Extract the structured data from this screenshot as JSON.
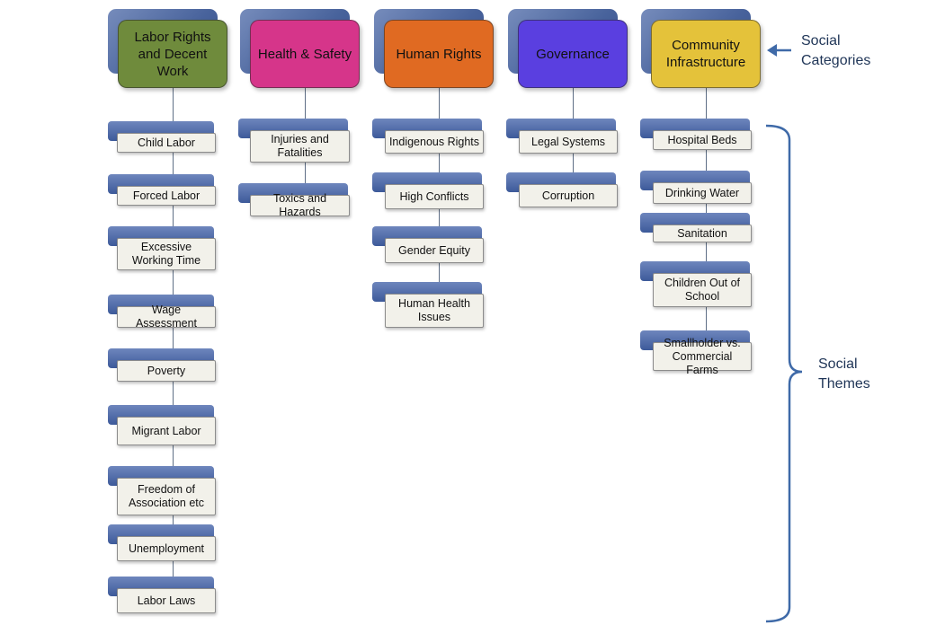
{
  "categories": [
    {
      "id": "labor",
      "label": "Labor Rights and Decent Work",
      "color": "#6f8b3c",
      "textColor": "#111111",
      "themes": [
        "Child Labor",
        "Forced Labor",
        "Excessive Working Time",
        "Wage Assessment",
        "Poverty",
        "Migrant Labor",
        "Freedom of Association etc",
        "Unemployment",
        "Labor Laws"
      ]
    },
    {
      "id": "health",
      "label": "Health & Safety",
      "color": "#d6358a",
      "textColor": "#111111",
      "themes": [
        "Injuries and Fatalities",
        "Toxics and Hazards"
      ]
    },
    {
      "id": "human",
      "label": "Human Rights",
      "color": "#e06a22",
      "textColor": "#111111",
      "themes": [
        "Indigenous Rights",
        "High Conflicts",
        "Gender Equity",
        "Human Health Issues"
      ]
    },
    {
      "id": "gov",
      "label": "Governance",
      "color": "#5a3fe0",
      "textColor": "#111111",
      "themes": [
        "Legal Systems",
        "Corruption"
      ]
    },
    {
      "id": "comm",
      "label": "Community Infrastructure",
      "color": "#e4c23a",
      "textColor": "#111111",
      "themes": [
        "Hospital Beds",
        "Drinking Water",
        "Sanitation",
        "Children Out of School",
        "Smallholder vs. Commercial Farms"
      ]
    }
  ],
  "annotations": {
    "categories_label": "Social Categories",
    "themes_label": "Social Themes",
    "line_color": "#3f6aa8"
  }
}
